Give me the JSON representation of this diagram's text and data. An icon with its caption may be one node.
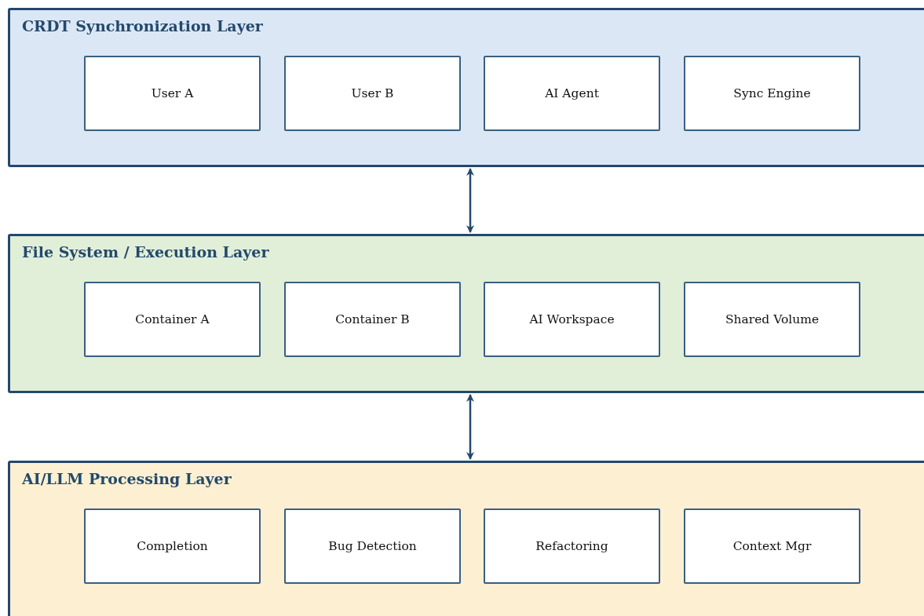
{
  "diagram": {
    "nodes": [
      {
        "text": [
          "CRDT Synchronization Layer"
        ]
      },
      {
        "text": [
          "User A"
        ],
        "in": 0
      },
      {
        "text": [
          "User B"
        ],
        "in": 0
      },
      {
        "text": [
          "AI Agent"
        ],
        "in": 0
      },
      {
        "text": [
          "Sync Engine"
        ],
        "in": 0
      },
      {
        "text": [
          "File System / Execution Layer"
        ]
      },
      {
        "text": [
          "Container A"
        ],
        "in": 5
      },
      {
        "text": [
          "Container B"
        ],
        "in": 5
      },
      {
        "text": [
          "AI Workspace"
        ],
        "in": 5
      },
      {
        "text": [
          "Shared Volume"
        ],
        "in": 5
      },
      {
        "text": [
          "AI/LLM Processing Layer"
        ]
      },
      {
        "text": [
          "Completion"
        ],
        "in": 10
      },
      {
        "text": [
          "Bug Detection"
        ],
        "in": 10
      },
      {
        "text": [
          "Refactoring"
        ],
        "in": 10
      },
      {
        "text": [
          "Context Mgr"
        ],
        "in": 10
      }
    ],
    "edges": [
      {
        "from": 0,
        "to": 5,
        "arrow": "both"
      },
      {
        "from": 5,
        "to": 10,
        "arrow": "both"
      }
    ]
  }
}
